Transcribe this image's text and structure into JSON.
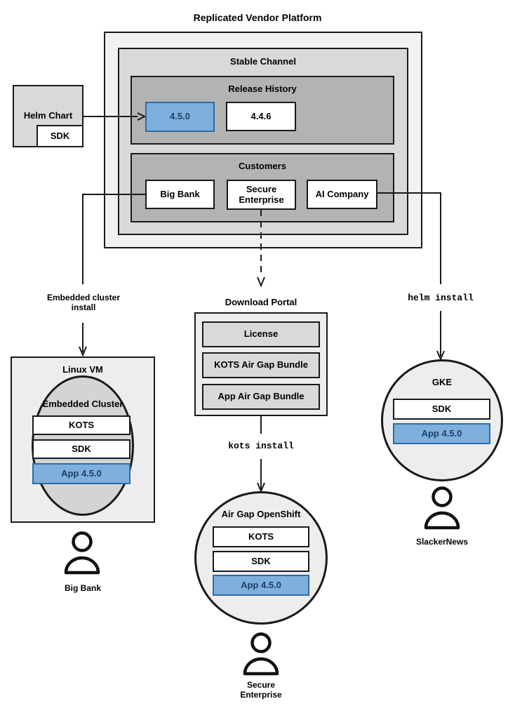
{
  "diagram": {
    "title": "Replicated Vendor Platform",
    "helm_chart": {
      "label": "Helm Chart",
      "sdk_label": "SDK"
    },
    "platform": {
      "channel_title": "Stable Channel",
      "release_history": {
        "title": "Release History",
        "releases": [
          {
            "version": "4.5.0",
            "highlighted": true
          },
          {
            "version": "4.4.6",
            "highlighted": false
          }
        ]
      },
      "customers": {
        "title": "Customers",
        "items": [
          {
            "name": "Big Bank"
          },
          {
            "name": "Secure\nEnterprise"
          },
          {
            "name": "AI Company"
          }
        ]
      }
    },
    "connectors": {
      "embedded_cluster_install": "Embedded cluster\ninstall",
      "helm_install": "helm install",
      "kots_install": "kots install"
    },
    "targets": {
      "linux_vm": {
        "title": "Linux VM",
        "cluster_title": "Embedded Cluster",
        "components": [
          {
            "label": "KOTS",
            "highlighted": false
          },
          {
            "label": "SDK",
            "highlighted": false
          },
          {
            "label": "App 4.5.0",
            "highlighted": true
          }
        ],
        "persona": "Big Bank"
      },
      "download_portal": {
        "title": "Download Portal",
        "artifacts": [
          {
            "label": "License"
          },
          {
            "label": "KOTS Air Gap Bundle"
          },
          {
            "label": "App Air Gap Bundle"
          }
        ]
      },
      "air_gap_openshift": {
        "title": "Air Gap OpenShift",
        "components": [
          {
            "label": "KOTS",
            "highlighted": false
          },
          {
            "label": "SDK",
            "highlighted": false
          },
          {
            "label": "App 4.5.0",
            "highlighted": true
          }
        ],
        "persona": "Secure\nEnterprise"
      },
      "gke": {
        "title": "GKE",
        "components": [
          {
            "label": "SDK",
            "highlighted": false
          },
          {
            "label": "App 4.5.0",
            "highlighted": true
          }
        ],
        "persona": "SlackerNews"
      }
    },
    "colors": {
      "stroke": "#1a1a1a",
      "platform_fill": "#f2f2f2",
      "channel_fill": "#d9d9d9",
      "group_fill": "#b3b3b3",
      "highlight_fill": "#7eb0dd",
      "highlight_stroke": "#2d6ca8",
      "highlight_text": "#1f3f66",
      "white_fill": "#ffffff"
    }
  }
}
